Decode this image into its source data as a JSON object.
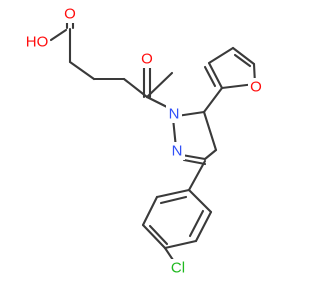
{
  "molecule": {
    "atom_labels": {
      "hydroxyl": "HO",
      "acid_carbonyl_oxygen": "O",
      "ketone_oxygen": "O",
      "pyrazoline_n1": "N",
      "pyrazoline_n2": "N",
      "furan_oxygen": "O",
      "chlorine": "Cl"
    },
    "colors": {
      "bond": "#3a3a3a",
      "oxygen": "#ff0d0d",
      "nitrogen": "#3050f8",
      "chlorine": "#1fb91f"
    }
  }
}
